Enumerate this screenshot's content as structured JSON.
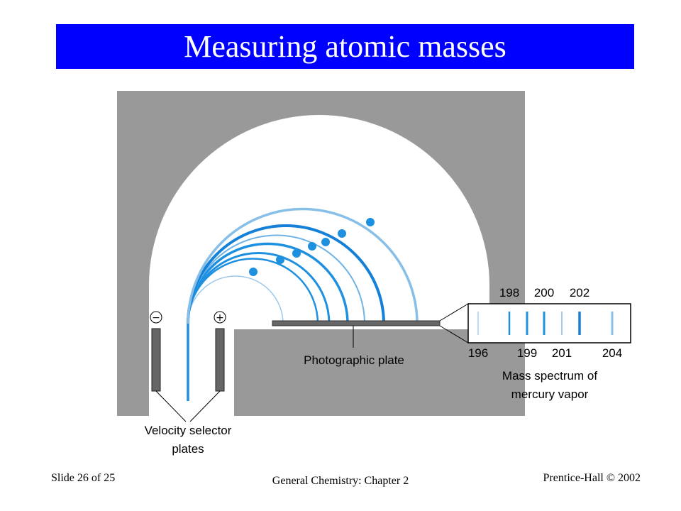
{
  "slide": {
    "title": "Measuring atomic masses",
    "footer": {
      "slide_number": "Slide 26 of 25",
      "course": "General Chemistry: Chapter 2",
      "copyright": "Prentice-Hall © 2002"
    }
  },
  "diagram": {
    "labels": {
      "photographic_plate": "Photographic plate",
      "velocity_selector_line1": "Velocity selector",
      "velocity_selector_line2": "plates",
      "mass_spectrum_line1": "Mass spectrum of",
      "mass_spectrum_line2": "mercury vapor",
      "minus_sign": "−",
      "plus_sign": "+"
    },
    "spectrum_masses_top": [
      "198",
      "200",
      "202"
    ],
    "spectrum_masses_bottom": [
      "196",
      "199",
      "201",
      "204"
    ],
    "colors": {
      "title_bar": "#0000ff",
      "chamber": "#999999",
      "beam": "#1e90e0",
      "beam_light": "#87bfe8"
    }
  }
}
